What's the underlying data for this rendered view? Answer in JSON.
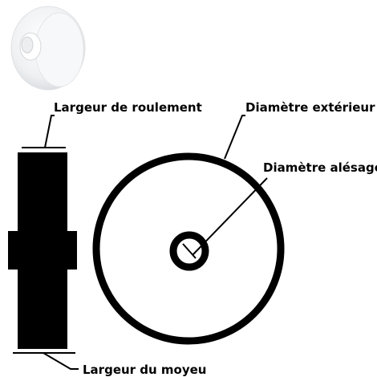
{
  "labels": {
    "tread_width": "Largeur de roulement",
    "outer_diameter": "Diamètre extérieur",
    "bore_diameter": "Diamètre alésage",
    "hub_width": "Largeur du moyeu"
  },
  "colors": {
    "ink": "#000000",
    "background": "#ffffff",
    "wheel_photo": "#f2f3f4"
  }
}
